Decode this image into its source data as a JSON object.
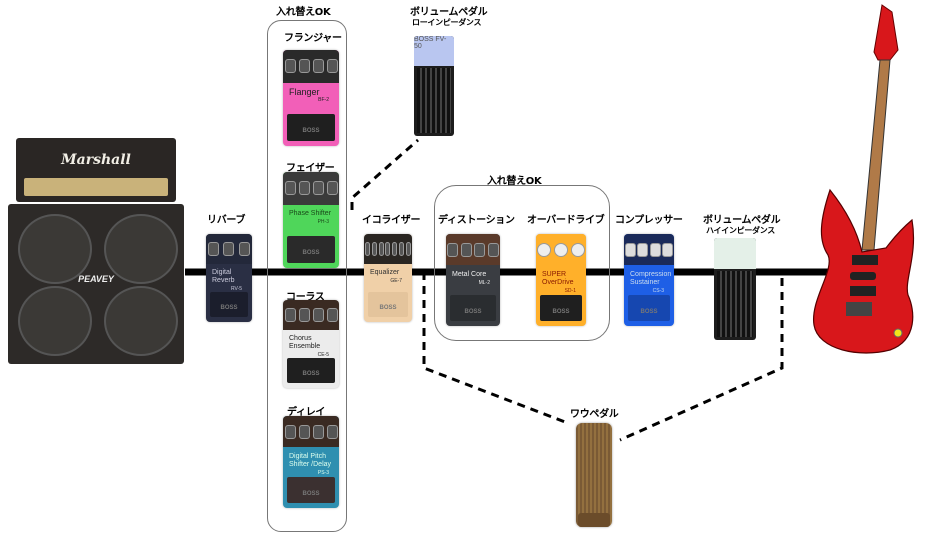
{
  "diagram": {
    "title": "Guitar effects signal chain",
    "groups": [
      {
        "id": "modulation",
        "label": "入れ替えOK"
      },
      {
        "id": "drive",
        "label": "入れ替えOK"
      }
    ],
    "amp": {
      "head_brand": "Marshall",
      "cab_brand": "PEAVEY"
    },
    "guitar": {
      "name": "Electric guitar",
      "color": "#d8171b"
    },
    "chain": [
      {
        "id": "reverb",
        "label": "リバーブ",
        "pedal_name": "Digital Reverb",
        "model": "RV-5"
      },
      {
        "id": "flanger",
        "label": "フランジャー",
        "pedal_name": "Flanger",
        "model": "BF-2"
      },
      {
        "id": "phaser",
        "label": "フェイザー",
        "pedal_name": "Phase Shifter",
        "model": "PH-3"
      },
      {
        "id": "chorus",
        "label": "コーラス",
        "pedal_name": "Chorus Ensemble",
        "model": "CE-5"
      },
      {
        "id": "delay",
        "label": "ディレイ",
        "pedal_name": "Digital Pitch Shifter /Delay",
        "model": "PS-3"
      },
      {
        "id": "volume_low",
        "label": "ボリュームペダル",
        "sublabel": "ローインピーダンス",
        "pedal_name": "BOSS FV-50",
        "model": ""
      },
      {
        "id": "eq",
        "label": "イコライザー",
        "pedal_name": "Equalizer",
        "model": "GE-7"
      },
      {
        "id": "distortion",
        "label": "ディストーション",
        "pedal_name": "Metal Core",
        "model": "ML-2"
      },
      {
        "id": "overdrive",
        "label": "オーバードライブ",
        "pedal_name": "SUPER OverDrive",
        "model": "SD-1"
      },
      {
        "id": "compressor",
        "label": "コンプレッサー",
        "pedal_name": "Compression Sustainer",
        "model": "CS-3"
      },
      {
        "id": "volume_high",
        "label": "ボリュームペダル",
        "sublabel": "ハイインピーダンス",
        "pedal_name": "",
        "model": ""
      },
      {
        "id": "wah",
        "label": "ワウペダル",
        "pedal_name": "",
        "model": ""
      }
    ],
    "brand_text": "BOSS",
    "colors": {
      "flanger": "#f25fb8",
      "phaser": "#4fd65a",
      "chorus": "#ececec",
      "delay": "#2f8fb0",
      "reverb": "#2a2f44",
      "eq": "#f0d0a8",
      "distortion": "#3a3d42",
      "overdrive": "#ffb02a",
      "compressor": "#1e5fe6"
    }
  }
}
